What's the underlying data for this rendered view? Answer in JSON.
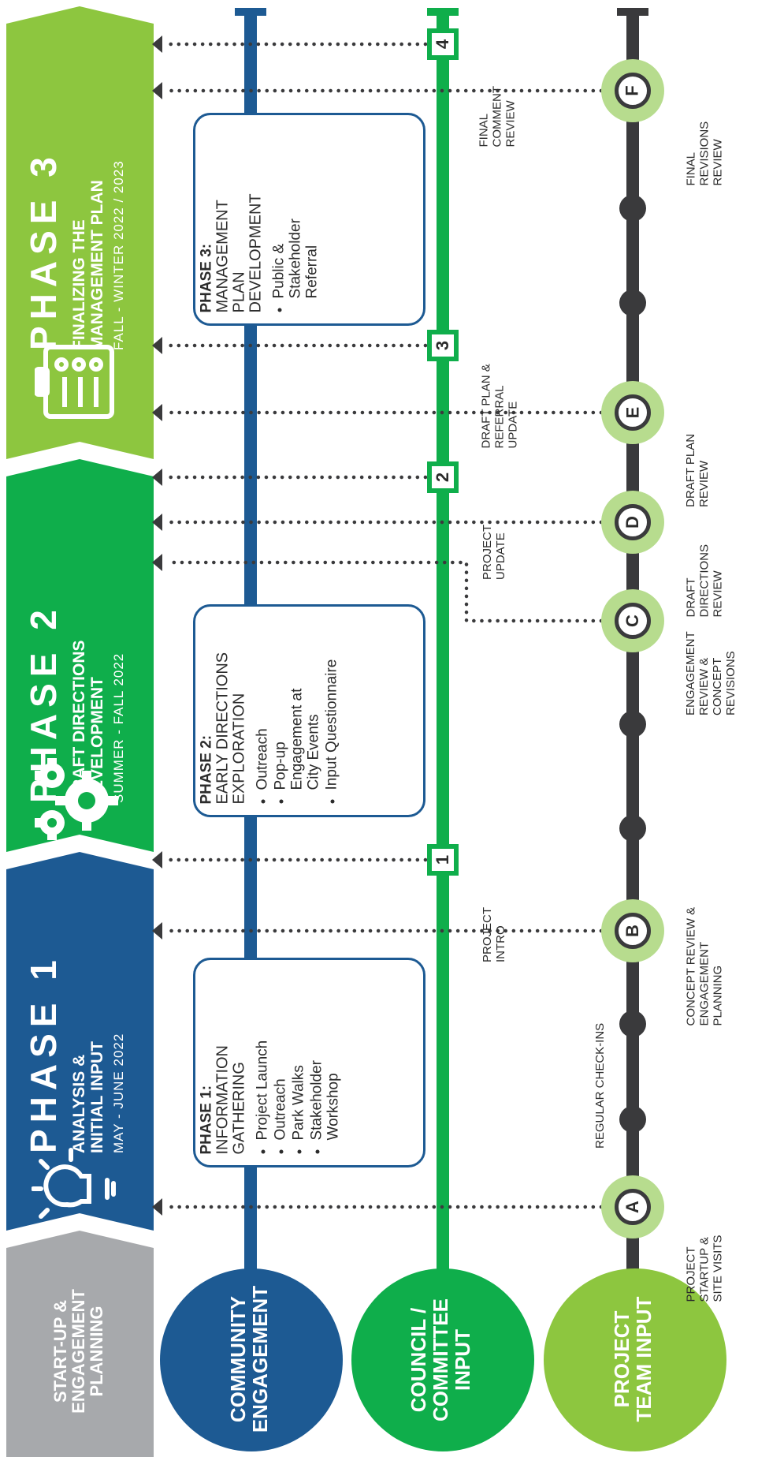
{
  "start_up": {
    "text": "START-UP &\nENGAGEMENT\nPLANNING",
    "color": "#a7a9ac"
  },
  "phases": [
    {
      "id": "phase-1",
      "title": "PHASE 1",
      "subtitle_1": "ANALYSIS &",
      "subtitle_2": "INITIAL INPUT",
      "dates": "MAY - JUNE 2022",
      "color": "#1d5a93",
      "icon": "lightbulb-icon"
    },
    {
      "id": "phase-2",
      "title": "PHASE 2",
      "subtitle_1": "DRAFT DIRECTIONS",
      "subtitle_2": "DEVELOPMENT",
      "dates": "SUMMER - FALL 2022",
      "color": "#0fae4b",
      "icon": "gears-icon"
    },
    {
      "id": "phase-3",
      "title": "PHASE 3",
      "subtitle_1": "FINALIZING THE",
      "subtitle_2": "MANAGEMENT PLAN",
      "dates": "FALL - WINTER 2022 / 2023",
      "color": "#8dc63f",
      "icon": "clipboard-icon"
    }
  ],
  "tracks": [
    {
      "id": "community",
      "label": "COMMUNITY\nENGAGEMENT",
      "color": "#1d5a93"
    },
    {
      "id": "council",
      "label": "COUNCIL /\nCOMMITTEE\nINPUT",
      "color": "#0fae4b"
    },
    {
      "id": "project-team",
      "label": "PROJECT\nTEAM INPUT",
      "color": "#8dc63f"
    }
  ],
  "boxes": [
    {
      "title": "PHASE 1:",
      "subtitle": "INFORMATION\nGATHERING",
      "items": [
        "Project Launch",
        "Outreach",
        "Park Walks",
        "Stakeholder\nWorkshop"
      ]
    },
    {
      "title": "PHASE 2:",
      "subtitle": "EARLY DIRECTIONS\nEXPLORATION",
      "items": [
        "Outreach",
        "Pop-up\nEngagement at\nCity Events",
        "Input Questionnaire"
      ]
    },
    {
      "title": "PHASE 3:",
      "subtitle": "MANAGEMENT\nPLAN\nDEVELOPMENT",
      "items": [
        "Public &\nStakeholder\nReferral"
      ]
    }
  ],
  "council_milestones": [
    {
      "num": "1",
      "label": "PROJECT\nINTRO"
    },
    {
      "num": "2",
      "label": "PROJECT\nUPDATE"
    },
    {
      "num": "3",
      "label": "DRAFT PLAN &\nREFERRAL\nUPDATE"
    },
    {
      "num": "4",
      "label": "FINAL\nCOMMENT\nREVIEW"
    }
  ],
  "team_milestones": [
    {
      "letter": "A",
      "label": "PROJECT\nSTARTUP &\nSITE VISITS"
    },
    {
      "letter": "B",
      "label": "CONCEPT REVIEW &\nENGAGEMENT\nPLANNING"
    },
    {
      "letter": "C",
      "label": "ENGAGEMENT\nREVIEW &\nCONCEPT\nREVISIONS"
    },
    {
      "letter": "D",
      "label": "DRAFT\nDIRECTIONS\nREVIEW"
    },
    {
      "letter": "E",
      "label": "DRAFT PLAN\nREVIEW"
    },
    {
      "letter": "F",
      "label": "FINAL\nREVISIONS\nREVIEW"
    }
  ],
  "regular_check_ins": "REGULAR CHECK-INS",
  "colors": {
    "dark_line": "#3a3a3c",
    "light_green": "#8dc63f",
    "pale_green": "#b7dc8e",
    "dots": "#3a3a3c"
  }
}
